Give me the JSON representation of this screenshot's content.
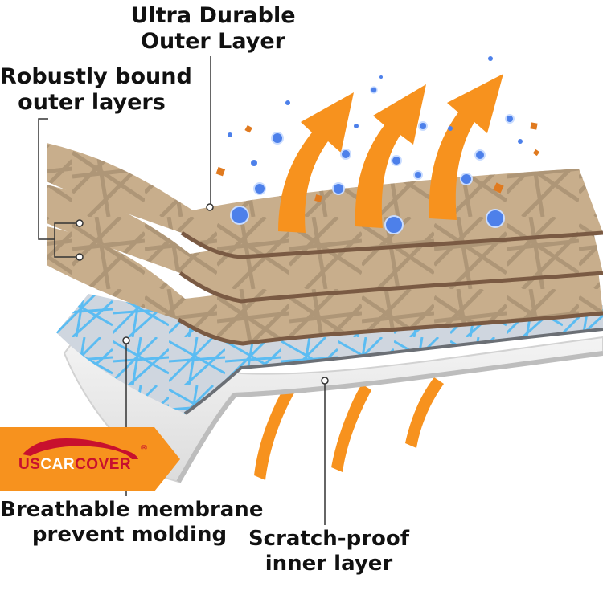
{
  "labels": {
    "ultra_durable": [
      "Ultra Durable",
      "Outer Layer"
    ],
    "robustly_bound": [
      "Robustly bound",
      "outer layers"
    ],
    "breathable": [
      "Breathable membrane",
      "prevent molding"
    ],
    "scratch_proof": [
      "Scratch-proof",
      "inner layer"
    ]
  },
  "brand": {
    "part1": "US",
    "part2": "CAR",
    "part3": "COVER",
    "registered": "®"
  },
  "colors": {
    "outer_fabric": "#c8ae8c",
    "outer_edge": "#7a5a43",
    "membrane": "#cfd6df",
    "membrane_fibers": "#5bbcf2",
    "inner_layer": "#efefef",
    "arrow": "#f7921e",
    "bubble": "#4d80ea",
    "particle": "#e07a1f",
    "badge": "#f7921e"
  },
  "icons": [
    "up-arrow-icon",
    "water-bubble-icon",
    "dust-particle-icon",
    "car-silhouette-icon"
  ]
}
